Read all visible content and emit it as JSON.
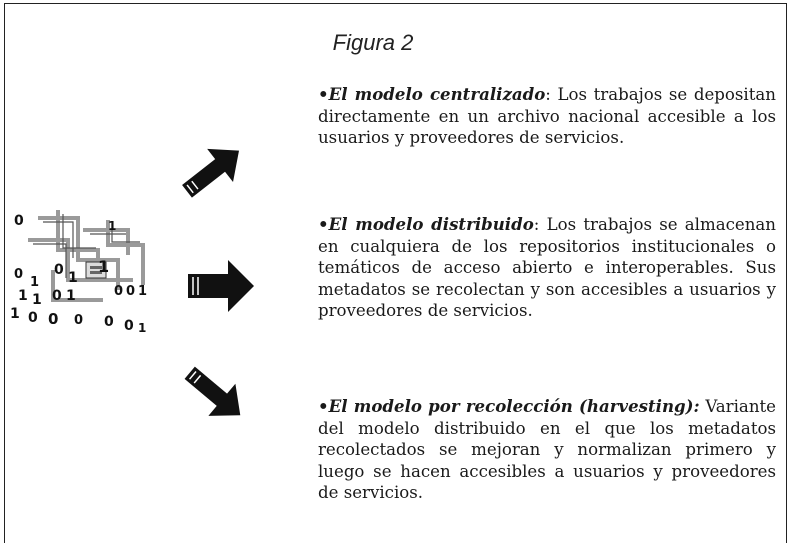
{
  "figure_caption": "Figura 2",
  "models": [
    {
      "bullet": "•",
      "title": "El modelo centralizado",
      "title_extra": "",
      "separator": ":",
      "body": " Los trabajos se depositan directamente en un archivo nacional accesible a los usuarios y proveedores de servicios."
    },
    {
      "bullet": "•",
      "title": "El modelo distribuido",
      "title_extra": "",
      "separator": ":",
      "body": " Los trabajos se almacenan en cualquiera de los repositorios institucionales o temáticos de acceso abierto e interoperables. Sus metadatos se recolectan y son accesibles a usuarios y proveedores de servicios."
    },
    {
      "bullet": "•",
      "title": "El modelo por recolección (",
      "title_extra": "harvesting",
      "separator": "):",
      "body": " Variante del modelo distribuido en el que los metadatos recolectados se mejoran y normalizan primero y luego se hacen accesibles a usuarios y proveedores de servicios."
    }
  ],
  "icons": {
    "graphic": "binary-network-graphic-icon",
    "arrow_up": "arrow-up-right-icon",
    "arrow_right": "arrow-right-icon",
    "arrow_down": "arrow-down-right-icon"
  },
  "graphic_digits": [
    "0",
    "1",
    "0",
    "1",
    "1",
    "0",
    "1",
    "0",
    "1",
    "0",
    "0",
    "1",
    "1",
    "0",
    "0",
    "1",
    "0",
    "1",
    "0",
    "0",
    "1"
  ]
}
